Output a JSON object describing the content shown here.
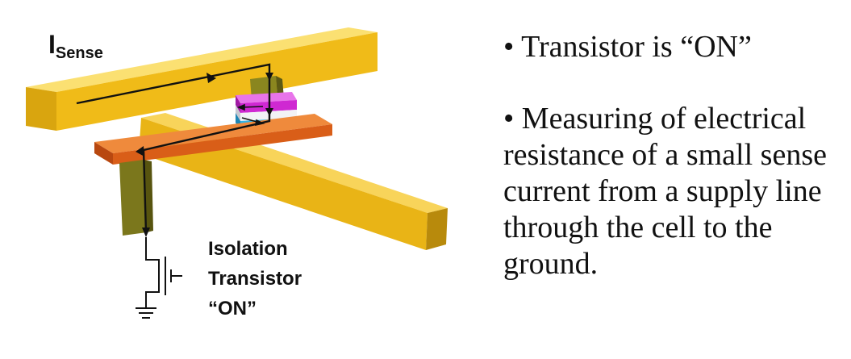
{
  "diagram": {
    "sense_label_main": "I",
    "sense_label_sub": "Sense",
    "isolation_label": [
      "Isolation",
      "Transistor",
      "“ON”"
    ]
  },
  "text": {
    "bullet_1": "• Transistor is “ON”",
    "bullet_2": "• Measuring of electrical resistance of a small sense current from a supply line through the cell to the ground."
  },
  "colors": {
    "yellow": "#f2bd1a",
    "orange": "#e2661a",
    "olive": "#7e7a1e",
    "magenta": "#d62ad8",
    "cyan": "#35b8e8"
  }
}
